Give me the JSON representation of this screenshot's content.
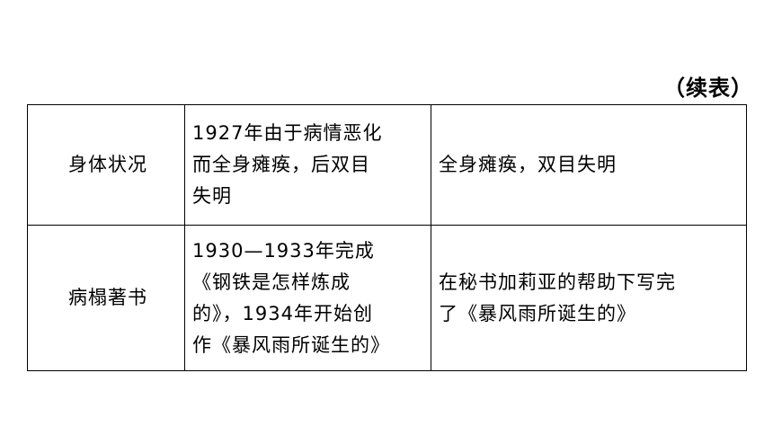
{
  "caption": "（续表）",
  "rows": [
    {
      "label": "身体状况",
      "col1_lines": [
        "1927年由于病情恶化",
        "而全身瘫痪，后双目",
        "失明"
      ],
      "col2_lines": [
        "全身瘫痪，双目失明"
      ]
    },
    {
      "label": "病榻著书",
      "col1_lines": [
        "1930—1933年完成",
        "《钢铁是怎样炼成",
        "的》，1934年开始创",
        "作《暴风雨所诞生的》"
      ],
      "col2_lines": [
        "在秘书加莉亚的帮助下写完",
        "了《暴风雨所诞生的》"
      ]
    }
  ]
}
